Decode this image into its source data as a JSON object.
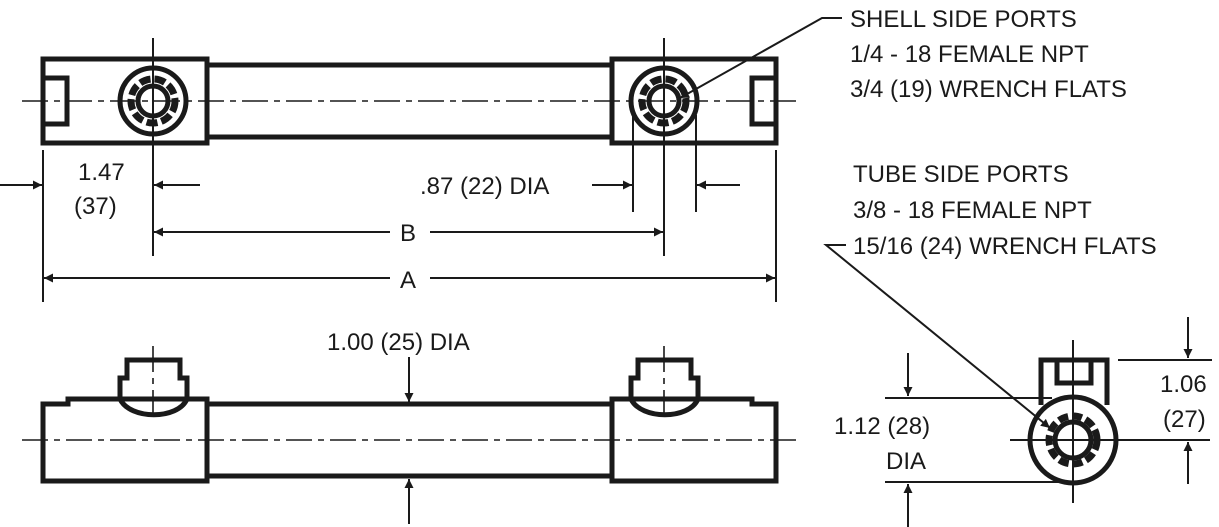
{
  "title": "Heat exchanger dimensional drawing",
  "shell_ports": {
    "lines": [
      "SHELL SIDE PORTS",
      "1/4 - 18 FEMALE NPT",
      "3/4 (19) WRENCH FLATS"
    ]
  },
  "tube_ports": {
    "lines": [
      "TUBE SIDE PORTS",
      "3/8 - 18 FEMALE NPT",
      "15/16 (24) WRENCH FLATS"
    ]
  },
  "dimensions": {
    "end_offset": {
      "value": "1.47",
      "metric": "(37)"
    },
    "port_dia": ".87 (22) DIA",
    "b": "B",
    "a": "A",
    "shell_dia": "1.00 (25) DIA",
    "end_dia": {
      "value": "1.12 (28)",
      "label": "DIA"
    },
    "port_height": {
      "value": "1.06",
      "metric": "(27)"
    }
  }
}
